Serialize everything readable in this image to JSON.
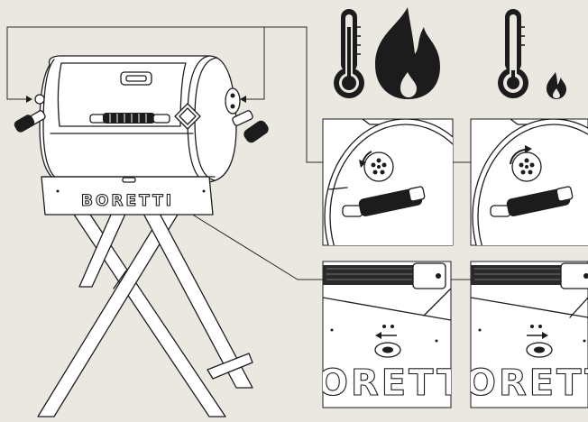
{
  "brand": {
    "logo_text": "BORETTI",
    "cropped_logo_text": "ORETT"
  },
  "icons": [
    "thermometer-high-icon",
    "flame-large-icon",
    "thermometer-low-icon",
    "flame-small-icon",
    "vent-open-indicator-icon",
    "vent-closed-indicator-icon"
  ],
  "colors": {
    "background": "#ebe8e1",
    "panel_fill": "#ffffff",
    "line": "#1c1c1c",
    "icon_fill": "#1c1c1c"
  },
  "panels": {
    "vent_high": {
      "vent_state": "open",
      "heat": "high"
    },
    "vent_low": {
      "vent_state": "closed",
      "heat": "low"
    },
    "slider_left": {
      "arrow_direction": "left"
    },
    "slider_right": {
      "arrow_direction": "right"
    }
  }
}
